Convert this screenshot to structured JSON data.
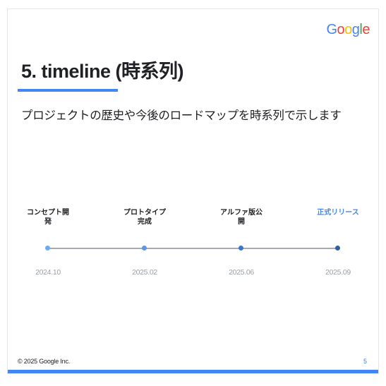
{
  "logo": {
    "letters": [
      {
        "char": "G",
        "color": "#4285F4"
      },
      {
        "char": "o",
        "color": "#EA4335"
      },
      {
        "char": "o",
        "color": "#FBBC05"
      },
      {
        "char": "g",
        "color": "#4285F4"
      },
      {
        "char": "l",
        "color": "#34A853"
      },
      {
        "char": "e",
        "color": "#EA4335"
      }
    ]
  },
  "slide": {
    "title": "5. timeline (時系列)",
    "subtitle": "プロジェクトの歴史や今後のロードマップを時系列で示します",
    "accent_color": "#4285F4"
  },
  "timeline": {
    "items": [
      {
        "label": "コンセプト開発",
        "date": "2024.10",
        "highlight": false,
        "dot_color": "#6fa8f5"
      },
      {
        "label": "プロトタイプ完成",
        "date": "2025.02",
        "highlight": false,
        "dot_color": "#5b97f0"
      },
      {
        "label": "アルファ版公開",
        "date": "2025.06",
        "highlight": false,
        "dot_color": "#3f73c9"
      },
      {
        "label": "正式リリース",
        "date": "2025.09",
        "highlight": true,
        "dot_color": "#2f5ea8"
      }
    ]
  },
  "footer": {
    "copyright": "© 2025 Google Inc.",
    "page_number": "5"
  }
}
